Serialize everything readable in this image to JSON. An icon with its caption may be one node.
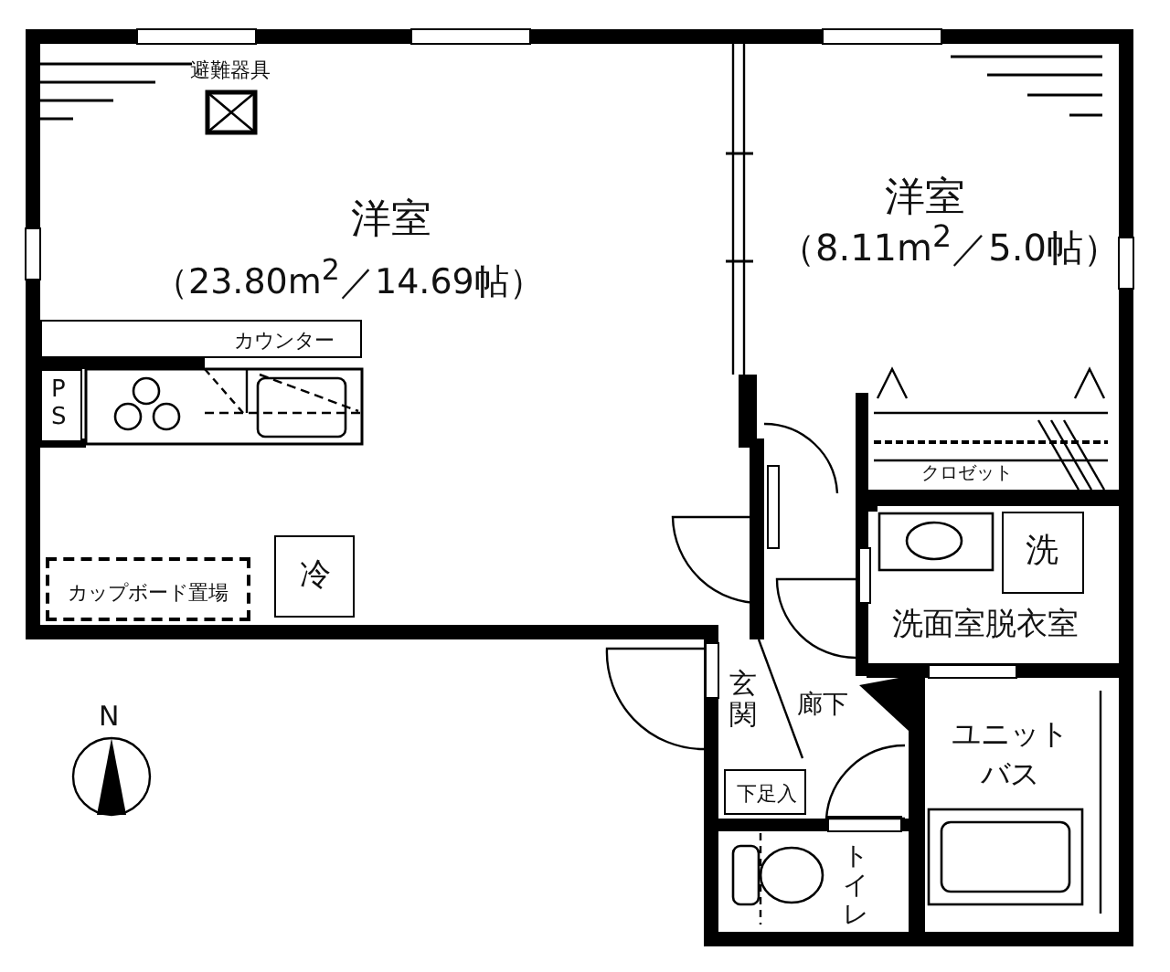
{
  "diagram": {
    "nodes": [
      {
        "text": [
          "洋室",
          "（23.80m$^{2}$／14.69帖）"
        ]
      },
      {
        "text": [
          "洋室",
          "（8.11m$^{2}$／5.0帖）"
        ]
      },
      {
        "text": [
          "避難器具"
        ],
        "in": 0
      },
      {
        "text": [
          "カウンター"
        ],
        "in": 0
      },
      {
        "text": [
          "PS"
        ],
        "in": 0
      },
      {
        "text": [
          "カップボード置場"
        ],
        "in": 0
      },
      {
        "text": [
          "冷"
        ],
        "in": 0
      },
      {
        "text": [
          "クロゼット"
        ]
      },
      {
        "text": [
          "洗面室脱衣室"
        ]
      },
      {
        "text": [
          "洗"
        ],
        "in": 8
      },
      {
        "text": [
          "玄関"
        ]
      },
      {
        "text": [
          "廊下"
        ]
      },
      {
        "text": [
          "下足入"
        ]
      },
      {
        "text": [
          "ユニットバス"
        ]
      },
      {
        "text": [
          "トイレ"
        ]
      }
    ],
    "labels": [
      "N"
    ]
  }
}
